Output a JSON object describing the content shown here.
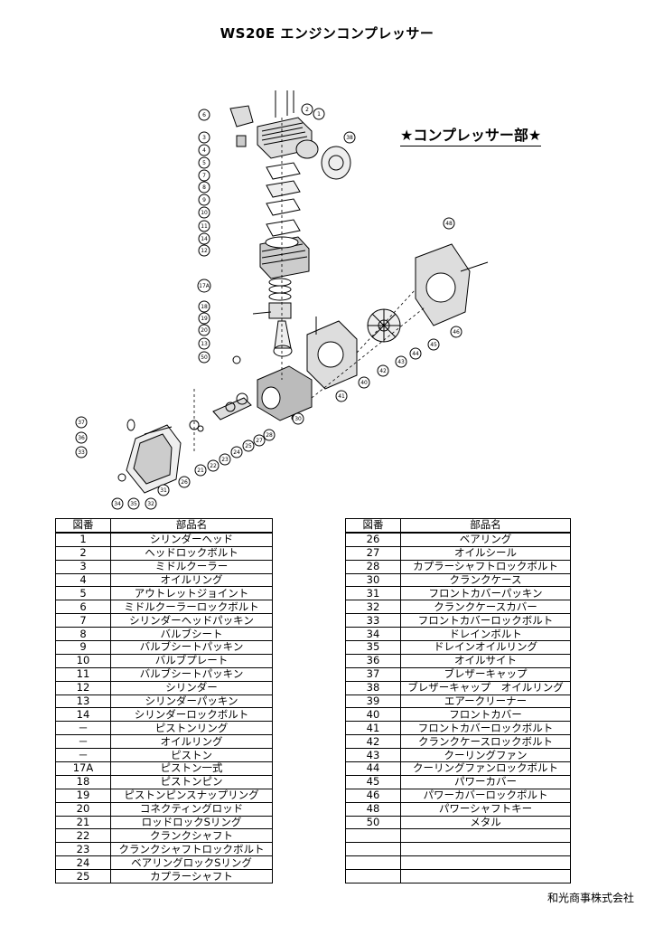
{
  "page": {
    "title": "WS20E エンジンコンプレッサー",
    "subtitle": "★コンプレッサー部★",
    "company": "和光商事株式会社"
  },
  "table_headers": {
    "no": "図番",
    "name": "部品名"
  },
  "left_table": [
    {
      "no": "1",
      "name": "シリンダーヘッド"
    },
    {
      "no": "2",
      "name": "ヘッドロックボルト"
    },
    {
      "no": "3",
      "name": "ミドルクーラー"
    },
    {
      "no": "4",
      "name": "オイルリング"
    },
    {
      "no": "5",
      "name": "アウトレットジョイント"
    },
    {
      "no": "6",
      "name": "ミドルクーラーロックボルト"
    },
    {
      "no": "7",
      "name": "シリンダーヘッドパッキン"
    },
    {
      "no": "8",
      "name": "バルブシート"
    },
    {
      "no": "9",
      "name": "バルブシートパッキン"
    },
    {
      "no": "10",
      "name": "バルブプレート"
    },
    {
      "no": "11",
      "name": "バルブシートパッキン"
    },
    {
      "no": "12",
      "name": "シリンダー"
    },
    {
      "no": "13",
      "name": "シリンダーパッキン"
    },
    {
      "no": "14",
      "name": "シリンダーロックボルト"
    },
    {
      "no": "－",
      "name": "ピストンリング"
    },
    {
      "no": "－",
      "name": "オイルリング"
    },
    {
      "no": "－",
      "name": "ピストン"
    },
    {
      "no": "17A",
      "name": "ピストン一式"
    },
    {
      "no": "18",
      "name": "ピストンピン"
    },
    {
      "no": "19",
      "name": "ピストンピンスナップリング"
    },
    {
      "no": "20",
      "name": "コネクティングロッド"
    },
    {
      "no": "21",
      "name": "ロッドロックSリング"
    },
    {
      "no": "22",
      "name": "クランクシャフト"
    },
    {
      "no": "23",
      "name": "クランクシャフトロックボルト"
    },
    {
      "no": "24",
      "name": "ベアリングロックSリング"
    },
    {
      "no": "25",
      "name": "カプラーシャフト"
    }
  ],
  "right_table": [
    {
      "no": "26",
      "name": "ベアリング"
    },
    {
      "no": "27",
      "name": "オイルシール"
    },
    {
      "no": "28",
      "name": "カプラーシャフトロックボルト"
    },
    {
      "no": "30",
      "name": "クランクケース"
    },
    {
      "no": "31",
      "name": "フロントカバーパッキン"
    },
    {
      "no": "32",
      "name": "クランクケースカバー"
    },
    {
      "no": "33",
      "name": "フロントカバーロックボルト"
    },
    {
      "no": "34",
      "name": "ドレインボルト"
    },
    {
      "no": "35",
      "name": "ドレインオイルリング"
    },
    {
      "no": "36",
      "name": "オイルサイト"
    },
    {
      "no": "37",
      "name": "ブレザーキャップ"
    },
    {
      "no": "38",
      "name": "ブレザーキャップ　オイルリング"
    },
    {
      "no": "39",
      "name": "エアークリーナー"
    },
    {
      "no": "40",
      "name": "フロントカバー"
    },
    {
      "no": "41",
      "name": "フロントカバーロックボルト"
    },
    {
      "no": "42",
      "name": "クランクケースロックボルト"
    },
    {
      "no": "43",
      "name": "クーリングファン"
    },
    {
      "no": "44",
      "name": "クーリングファンロックボルト"
    },
    {
      "no": "45",
      "name": "パワーカバー"
    },
    {
      "no": "46",
      "name": "パワーカバーロックボルト"
    },
    {
      "no": "48",
      "name": "パワーシャフトキー"
    },
    {
      "no": "50",
      "name": "メタル"
    },
    {
      "no": "",
      "name": ""
    },
    {
      "no": "",
      "name": ""
    },
    {
      "no": "",
      "name": ""
    },
    {
      "no": "",
      "name": ""
    }
  ],
  "callouts": [
    {
      "label": "6"
    },
    {
      "label": "3"
    },
    {
      "label": "4"
    },
    {
      "label": "5"
    },
    {
      "label": "7"
    },
    {
      "label": "8"
    },
    {
      "label": "9"
    },
    {
      "label": "10"
    },
    {
      "label": "11"
    },
    {
      "label": "14"
    },
    {
      "label": "12"
    },
    {
      "label": "17A"
    },
    {
      "label": "18"
    },
    {
      "label": "19"
    },
    {
      "label": "20"
    },
    {
      "label": "13"
    },
    {
      "label": "50"
    },
    {
      "label": "2"
    },
    {
      "label": "1"
    },
    {
      "label": "38"
    },
    {
      "label": "48"
    },
    {
      "label": "46"
    },
    {
      "label": "45"
    },
    {
      "label": "44"
    },
    {
      "label": "43"
    },
    {
      "label": "42"
    },
    {
      "label": "40"
    },
    {
      "label": "41"
    },
    {
      "label": "30"
    },
    {
      "label": "37"
    },
    {
      "label": "36"
    },
    {
      "label": "33"
    },
    {
      "label": "34"
    },
    {
      "label": "35"
    },
    {
      "label": "32"
    },
    {
      "label": "31"
    },
    {
      "label": "26"
    },
    {
      "label": "21"
    },
    {
      "label": "22"
    },
    {
      "label": "23"
    },
    {
      "label": "24"
    },
    {
      "label": "25"
    },
    {
      "label": "27"
    },
    {
      "label": "28"
    }
  ]
}
